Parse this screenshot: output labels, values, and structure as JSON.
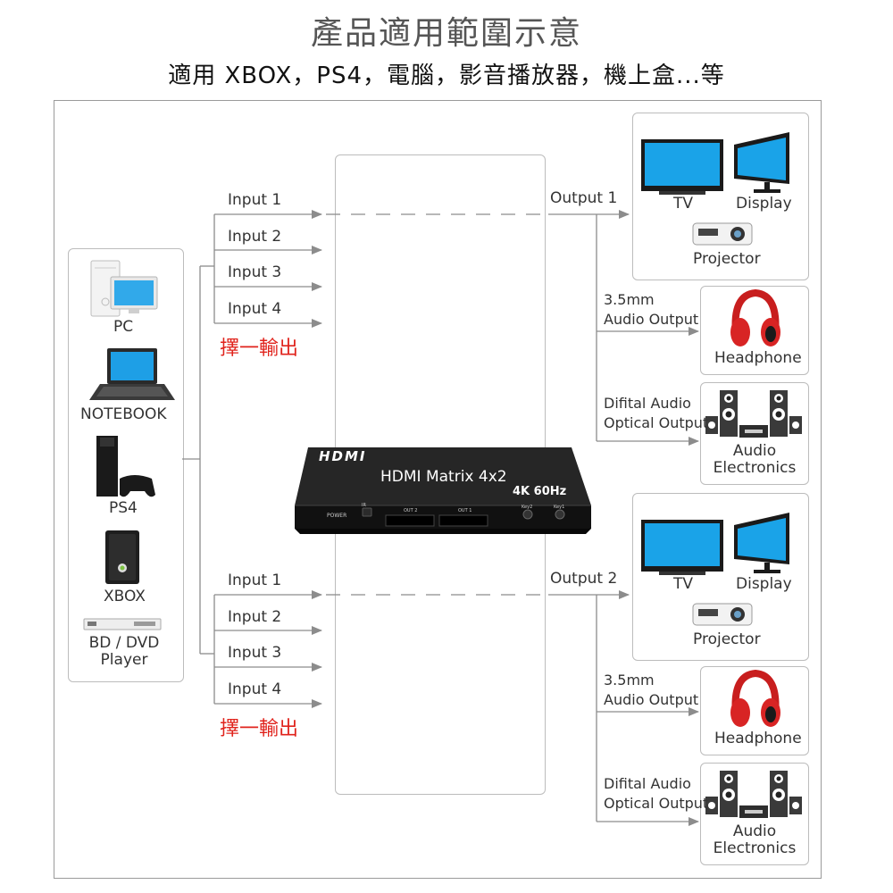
{
  "header": {
    "title": "產品適用範圍示意",
    "subtitle": "適用 XBOX，PS4，電腦，影音播放器，機上盒...等"
  },
  "sources": {
    "pc": "PC",
    "notebook": "NOTEBOOK",
    "ps4": "PS4",
    "xbox": "XBOX",
    "bd_dvd_line1": "BD / DVD",
    "bd_dvd_line2": "Player"
  },
  "inputs_top": [
    "Input 1",
    "Input 2",
    "Input 3",
    "Input 4"
  ],
  "inputs_bottom": [
    "Input 1",
    "Input 2",
    "Input 3",
    "Input 4"
  ],
  "select_note": "擇一輸出",
  "device": {
    "logo": "HDMI",
    "name": "HDMI Matrix 4x2",
    "spec": "4K 60Hz",
    "port_labels": [
      "POWER",
      "IR",
      "OUT 2",
      "OUT 1",
      "Key2",
      "Key1"
    ]
  },
  "outputs": {
    "output1": "Output 1",
    "output2": "Output 2",
    "tv": "TV",
    "display": "Display",
    "projector": "Projector",
    "audio_35_line1": "3.5mm",
    "audio_35_line2": "Audio Output",
    "headphone": "Headphone",
    "optical_line1": "Difital Audio",
    "optical_line2": "Optical Output",
    "electronics_line1": "Audio",
    "electronics_line2": "Electronics"
  },
  "colors": {
    "line": "#8c8c8c",
    "accent_red": "#e0231c",
    "screen_blue": "#1aa3e8",
    "device_black": "#1c1c1c"
  }
}
